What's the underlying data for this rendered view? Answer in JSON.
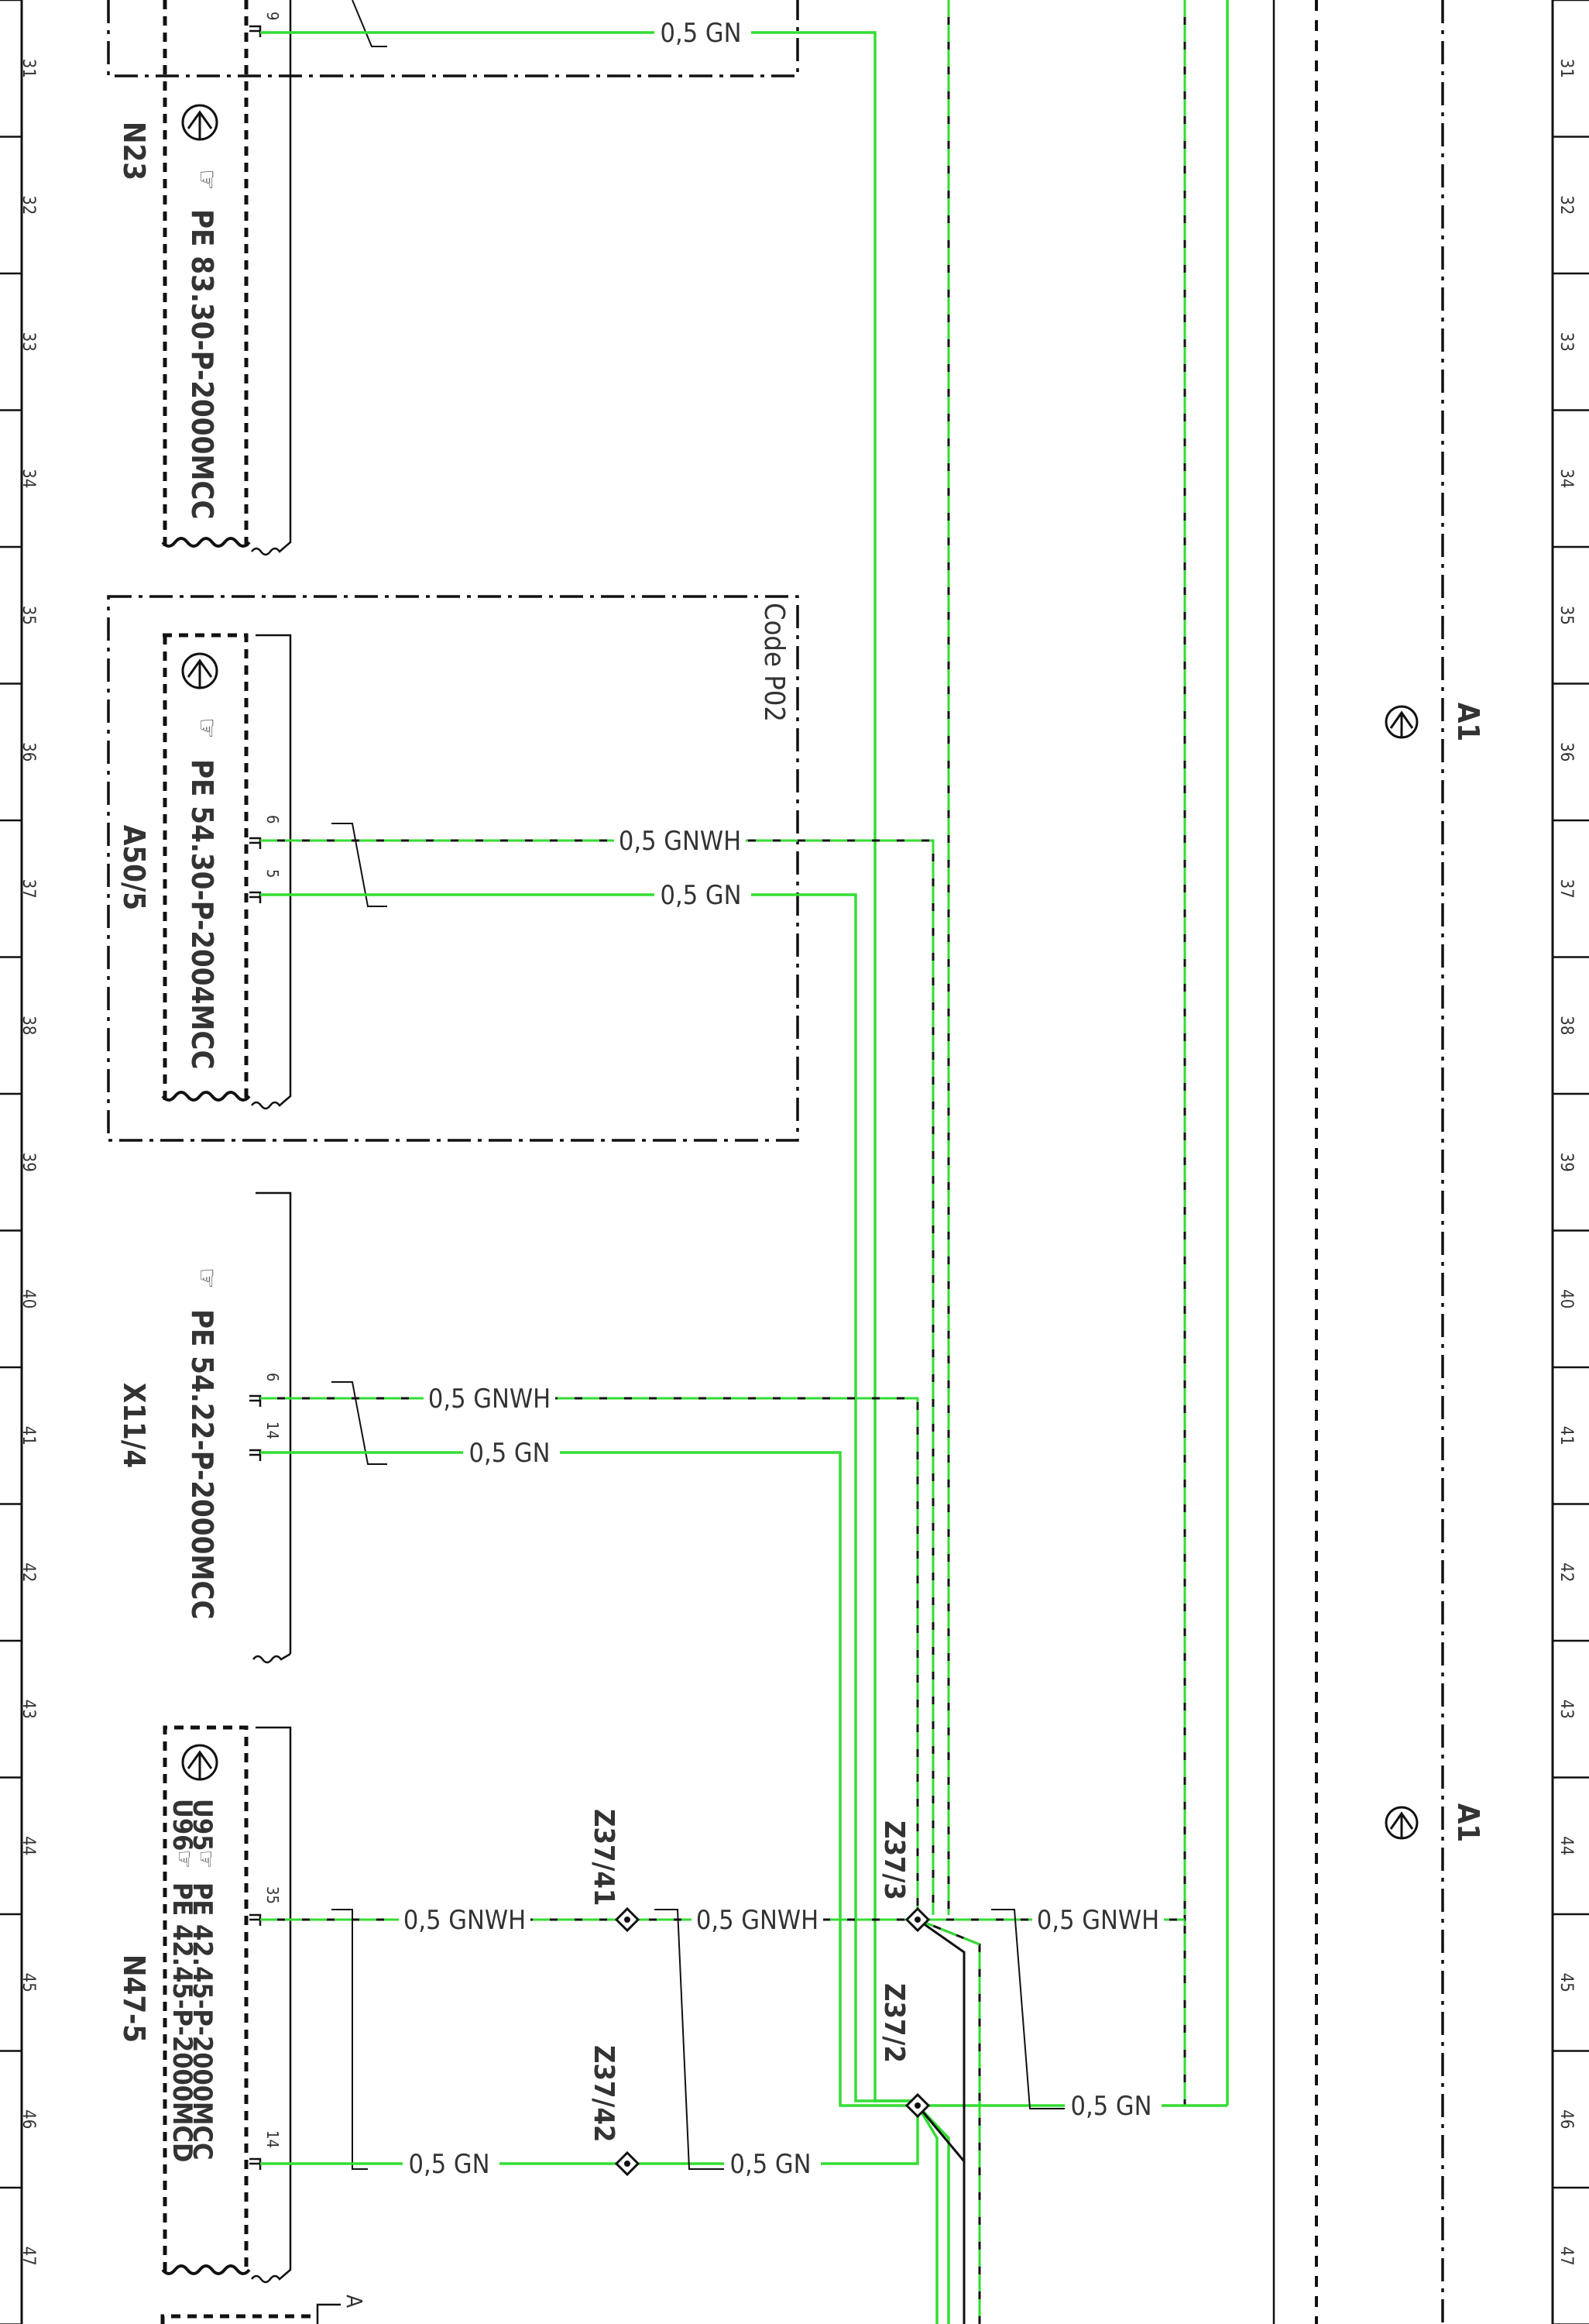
{
  "ruler": {
    "left_marks": [
      "31",
      "32",
      "33",
      "34",
      "35",
      "36",
      "37",
      "38",
      "39",
      "40",
      "41",
      "42",
      "43",
      "44",
      "45",
      "46",
      "47"
    ],
    "right_marks": [
      "31",
      "32",
      "33",
      "34",
      "35",
      "36",
      "37",
      "38",
      "39",
      "40",
      "41",
      "42",
      "43",
      "44",
      "45",
      "46",
      "47"
    ]
  },
  "components": {
    "n23": {
      "label": "N23",
      "ref": "PE 83.30-P-2000MCC",
      "pin_9": "9"
    },
    "a50_5": {
      "label": "A50/5",
      "ref": "PE 54.30-P-2004MCC",
      "code": "Code P02",
      "pin_6": "6",
      "pin_5": "5"
    },
    "x11_4": {
      "label": "X11/4",
      "ref": "PE 54.22-P-2000MCC",
      "pin_6": "6",
      "pin_14": "14"
    },
    "n47_5": {
      "label": "N47-5",
      "ref_u95_code": "U95",
      "ref_u95": "PE 42.45-P-2000MCC",
      "ref_u96_code": "U96",
      "ref_u96": "PE 42.45-P-2000MCD",
      "pin_35": "35",
      "pin_14": "14"
    },
    "a1_top": {
      "label": "A1"
    },
    "a1_bottom": {
      "label": "A1"
    },
    "bottom_connector": {
      "label": "A"
    }
  },
  "splices": {
    "z37_41": "Z37/41",
    "z37_42": "Z37/42",
    "z37_3": "Z37/3",
    "z37_2": "Z37/2"
  },
  "wires": {
    "w_n23_gn": "0,5 GN",
    "w_a50_gnwh": "0,5 GNWH",
    "w_a50_gn": "0,5 GN",
    "w_x11_gnwh": "0,5 GNWH",
    "w_x11_gn": "0,5 GN",
    "w_n47_gnwh_left": "0,5 GNWH",
    "w_n47_gnwh_mid": "0,5 GNWH",
    "w_n47_gnwh_right": "0,5 GNWH",
    "w_n47_gn_left": "0,5 GN",
    "w_n47_gn_mid": "0,5 GN",
    "w_z37_2_gn_right": "0,5 GN"
  },
  "colors": {
    "wire_green": "#33dd33",
    "line_black": "#111111"
  }
}
